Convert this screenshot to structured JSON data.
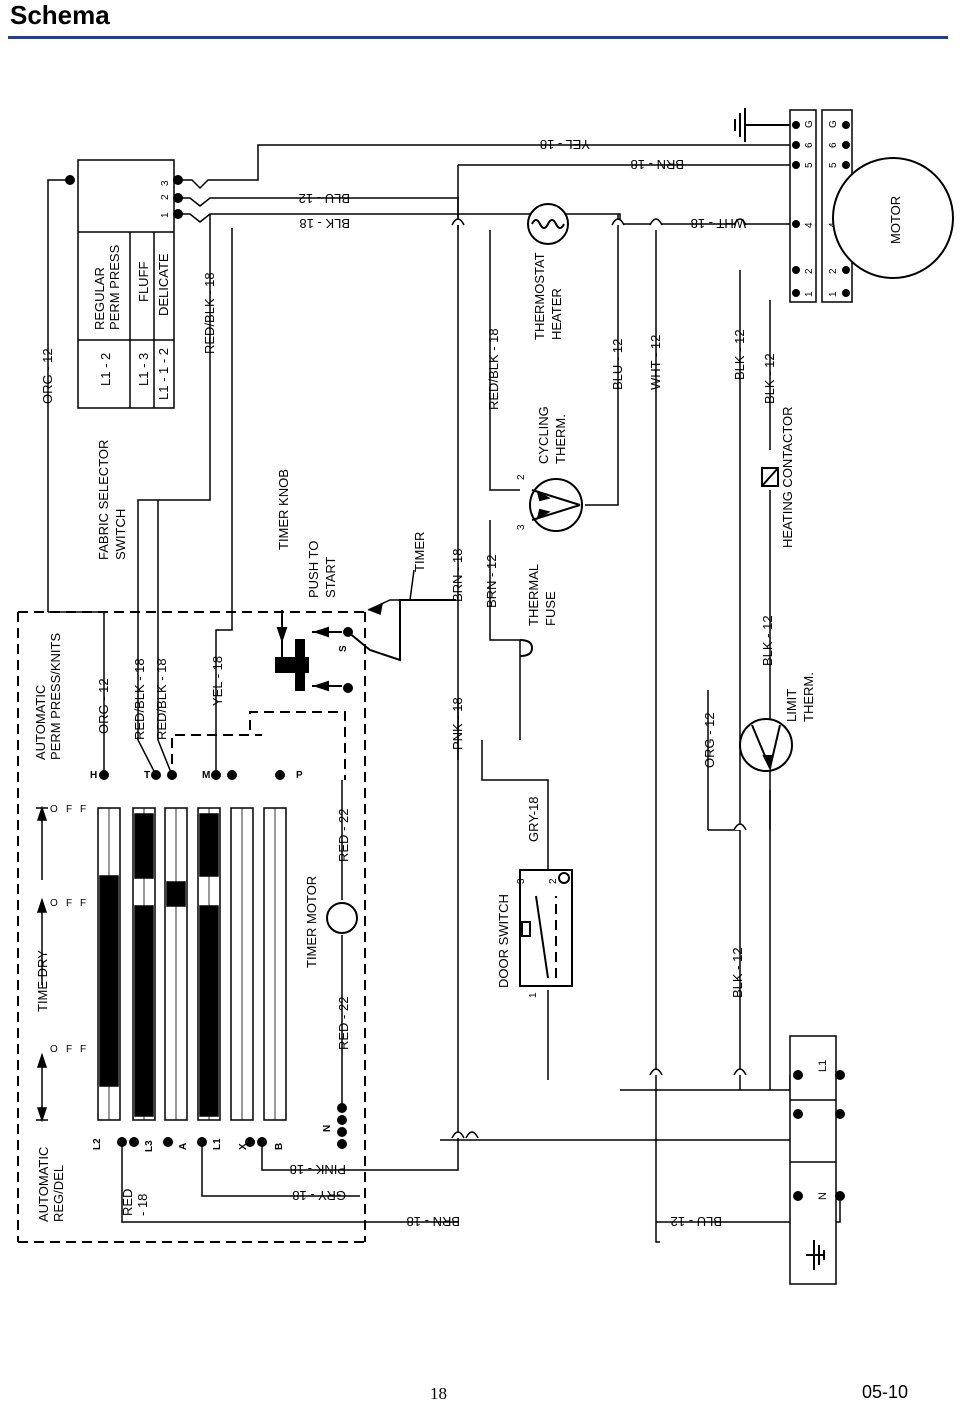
{
  "header": {
    "title": "Schema"
  },
  "footer": {
    "page_number": "18",
    "doc_code": "05-10"
  },
  "timer": {
    "auto_perm": "AUTOMATIC\nPERM PRESS/KNITS",
    "auto_reg": "AUTOMATIC\nREG/DEL",
    "time_dry": "TIME DRY",
    "off": "O\nF\nF",
    "terminals_top": [
      "H",
      "T",
      "M",
      "P"
    ],
    "terminals_bottom": [
      "L2",
      "L3",
      "A",
      "L1",
      "X",
      "B",
      "N"
    ],
    "motor": "TIMER MOTOR",
    "knob": "TIMER KNOB",
    "push_to_start": "PUSH TO\nSTART",
    "timer": "TIMER",
    "s_contact": "S"
  },
  "fabric_selector": {
    "label": "FABRIC SELECTOR\nSWITCH",
    "rows": [
      {
        "contact": "L1 - 2",
        "setting": "REGULAR\nPERM PRESS"
      },
      {
        "contact": "L1 - 3",
        "setting": "FLUFF"
      },
      {
        "contact": "L1 - 1 - 2",
        "setting": "DELICATE"
      }
    ],
    "terminals": [
      "1",
      "2",
      "3"
    ]
  },
  "components": {
    "thermostat_heater": "THERMOSTAT\nHEATER",
    "cycling_therm": "CYCLING\nTHERM.",
    "thermal_fuse": "THERMAL\nFUSE",
    "heating_contactor": "HEATING CONTACTOR",
    "limit_therm": "LIMIT\nTHERM.",
    "door_switch": "DOOR SWITCH",
    "motor": "MOTOR",
    "cycling_terms": [
      "2",
      "3"
    ],
    "door_terms": [
      "3",
      "2",
      "1"
    ]
  },
  "motor_terminals": [
    "G",
    "6",
    "5",
    "4",
    "2",
    "1"
  ],
  "supply_terminals": [
    "L1",
    "N"
  ],
  "wires": {
    "org12": "ORG - 12",
    "yel18_top": "YEL - 18",
    "brn18_top": "BRN - 18",
    "blu12_top": "BLU - 12",
    "blk18_top": "BLK - 18",
    "wht18": "WHT - 18",
    "red_blk18_top": "RED/BLK - 18",
    "red_blk18_mid": "RED/BLK - 18",
    "blu12_mid": "BLU - 12",
    "wht12": "WHT - 12",
    "blk12_a": "BLK - 12",
    "blk12_b": "BLK - 12",
    "brn18_mid": "BRN - 18",
    "brn12": "BRN - 12",
    "org12_left": "ORG - 12",
    "red_blk18_a": "RED/BLK - 18",
    "red_blk18_b": "RED/BLK - 18",
    "yel18": "YEL - 18",
    "pnk18": "PNK - 18",
    "org12_right": "ORG - 12",
    "blk12_c": "BLK - 12",
    "red22_a": "RED - 22",
    "red22_b": "RED - 22",
    "gry18": "GRY-18",
    "blk12_d": "BLK - 12",
    "red18": "RED\n- 18",
    "pink18": "PINK - 18",
    "gry18_bottom": "GRY - 18",
    "brn18_bottom": "BRN - 18",
    "blu12_bottom": "BLU - 12"
  }
}
